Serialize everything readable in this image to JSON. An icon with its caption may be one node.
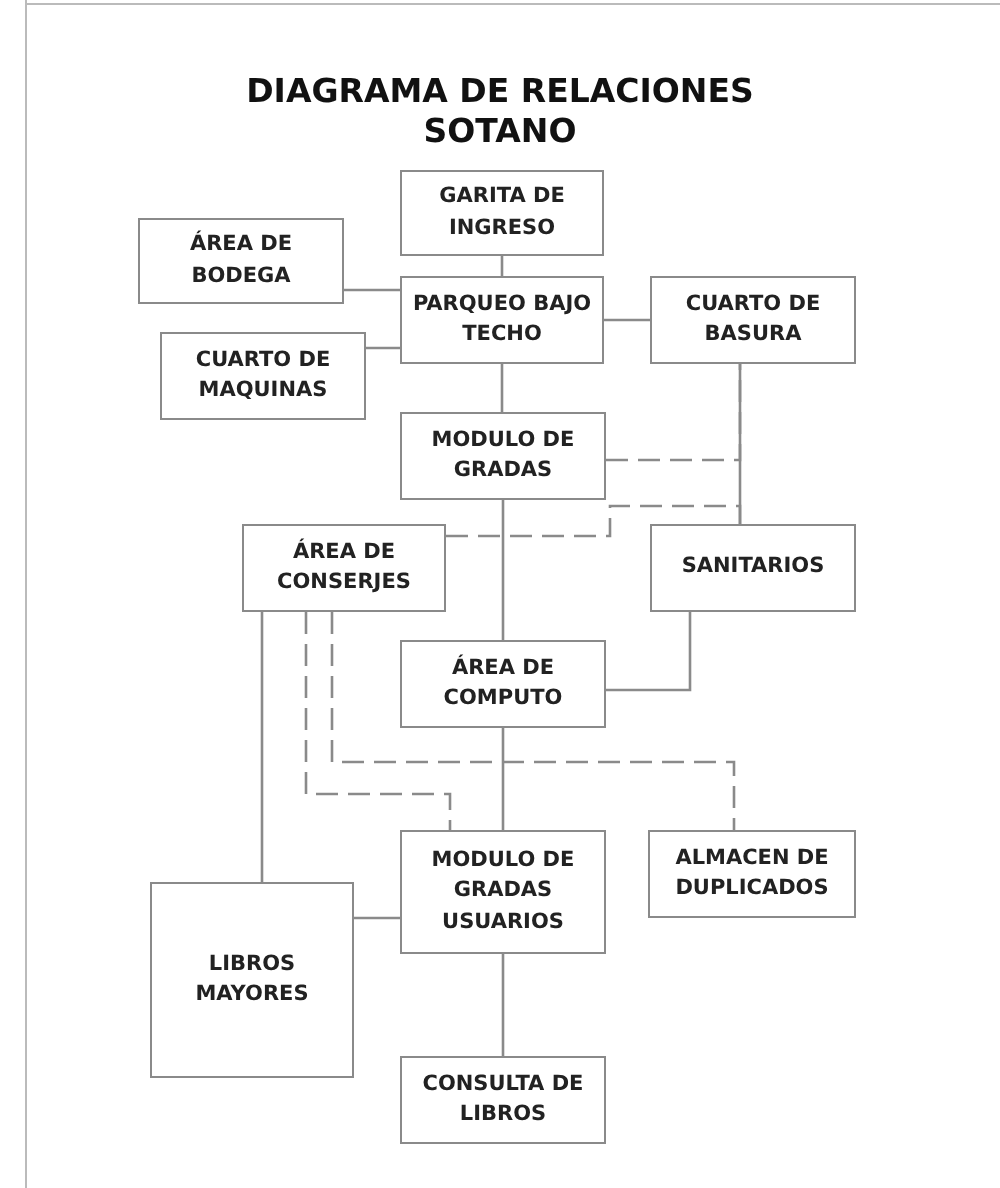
{
  "diagram": {
    "title": "DIAGRAMA DE RELACIONES SOTANO",
    "nodes": [
      {
        "text": [
          "GARITA DE INGRESO"
        ]
      },
      {
        "text": [
          "ÁREA DE BODEGA"
        ]
      },
      {
        "text": [
          "PARQUEO BAJO TECHO"
        ]
      },
      {
        "text": [
          "CUARTO DE BASURA"
        ]
      },
      {
        "text": [
          "CUARTO DE MAQUINAS"
        ]
      },
      {
        "text": [
          "MODULO DE GRADAS"
        ]
      },
      {
        "text": [
          "ÁREA DE CONSERJES"
        ]
      },
      {
        "text": [
          "SANITARIOS"
        ]
      },
      {
        "text": [
          "ÁREA DE COMPUTO"
        ]
      },
      {
        "text": [
          "MODULO DE GRADAS USUARIOS"
        ]
      },
      {
        "text": [
          "ALMACEN DE DUPLICADOS"
        ]
      },
      {
        "text": [
          "LIBROS MAYORES"
        ]
      },
      {
        "text": [
          "CONSULTA DE LIBROS"
        ]
      }
    ],
    "edges": [
      {
        "from": 0,
        "to": 2,
        "arrow": "none"
      },
      {
        "from": 1,
        "to": 2,
        "arrow": "none"
      },
      {
        "from": 4,
        "to": 2,
        "arrow": "none"
      },
      {
        "from": 2,
        "to": 3,
        "arrow": "none"
      },
      {
        "from": 2,
        "to": 5,
        "arrow": "none"
      },
      {
        "from": 3,
        "to": 7,
        "arrow": "none"
      },
      {
        "from": 5,
        "to": 3,
        "arrow": "none",
        "style": "dashed"
      },
      {
        "from": 6,
        "to": 7,
        "arrow": "none",
        "style": "dashed"
      },
      {
        "from": 5,
        "to": 8,
        "arrow": "none"
      },
      {
        "from": 7,
        "to": 8,
        "arrow": "none"
      },
      {
        "from": 8,
        "to": 9,
        "arrow": "none"
      },
      {
        "from": 6,
        "to": 11,
        "arrow": "none"
      },
      {
        "from": 6,
        "to": 9,
        "arrow": "none",
        "style": "dashed"
      },
      {
        "from": 6,
        "to": 10,
        "arrow": "none",
        "style": "dashed"
      },
      {
        "from": 11,
        "to": 9,
        "arrow": "none"
      },
      {
        "from": 9,
        "to": 12,
        "arrow": "none"
      }
    ]
  }
}
